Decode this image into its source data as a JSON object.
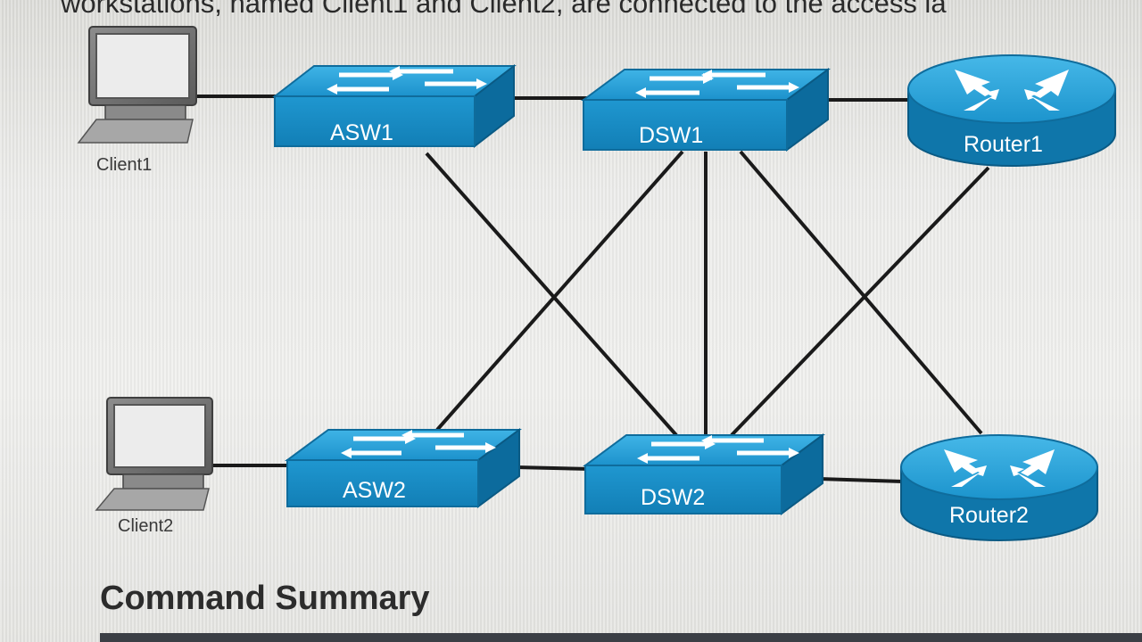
{
  "intro": {
    "text": "workstations, named Client1 and Client2, are connected to the access la"
  },
  "diagram": {
    "nodes": {
      "client1": {
        "label": "Client1",
        "type": "pc-icon"
      },
      "client2": {
        "label": "Client2",
        "type": "pc-icon"
      },
      "asw1": {
        "label": "ASW1",
        "type": "switch-icon"
      },
      "asw2": {
        "label": "ASW2",
        "type": "switch-icon"
      },
      "dsw1": {
        "label": "DSW1",
        "type": "switch-icon"
      },
      "dsw2": {
        "label": "DSW2",
        "type": "switch-icon"
      },
      "router1": {
        "label": "Router1",
        "type": "router-icon"
      },
      "router2": {
        "label": "Router2",
        "type": "router-icon"
      }
    },
    "links": [
      [
        "Client1",
        "ASW1"
      ],
      [
        "ASW1",
        "DSW1"
      ],
      [
        "DSW1",
        "Router1"
      ],
      [
        "Client2",
        "ASW2"
      ],
      [
        "ASW2",
        "DSW2"
      ],
      [
        "DSW2",
        "Router2"
      ],
      [
        "ASW1",
        "DSW2"
      ],
      [
        "ASW2",
        "DSW1"
      ],
      [
        "DSW1",
        "DSW2"
      ],
      [
        "DSW1",
        "Router2"
      ],
      [
        "DSW2",
        "Router1"
      ]
    ],
    "colors": {
      "device_blue": "#1e96cf",
      "device_dark": "#0d6fa0",
      "link": "#1a1a1a"
    }
  },
  "section": {
    "heading": "Command Summary"
  }
}
